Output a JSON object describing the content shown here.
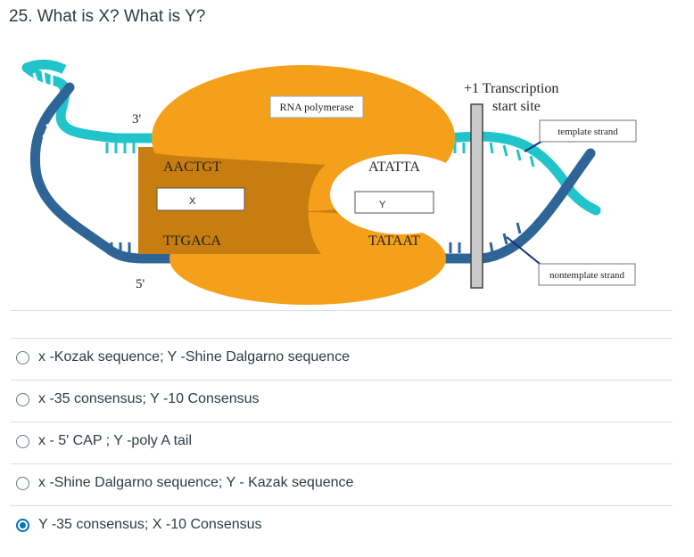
{
  "question": {
    "title": "25. What is X? What is Y?"
  },
  "diagram": {
    "rna_polymerase": "RNA polymerase",
    "three_prime": "3'",
    "five_prime": "5'",
    "top_left_seq": "AACTGT",
    "bottom_left_seq": "TTGACA",
    "top_right_seq": "ATATTA",
    "bottom_right_seq": "TATAAT",
    "box_x": "X",
    "box_y": "Y",
    "tss_line1": "+1 Transcription",
    "tss_line2": "start site",
    "template_strand": "template strand",
    "nontemplate_strand": "nontemplate strand",
    "colors": {
      "template": "#22c4cc",
      "nontemplate": "#2f6596",
      "polymerase": "#f5a01a",
      "polymerase_dark": "#c87d10"
    }
  },
  "options": [
    {
      "label": "x -Kozak sequence; Y -Shine Dalgarno sequence",
      "selected": false
    },
    {
      "label": "x -35 consensus; Y -10 Consensus",
      "selected": false
    },
    {
      "label": "x - 5' CAP ; Y -poly A tail",
      "selected": false
    },
    {
      "label": "x -Shine Dalgarno sequence; Y - Kazak sequence",
      "selected": false
    },
    {
      "label": "Y -35 consensus; X -10 Consensus",
      "selected": true
    }
  ]
}
